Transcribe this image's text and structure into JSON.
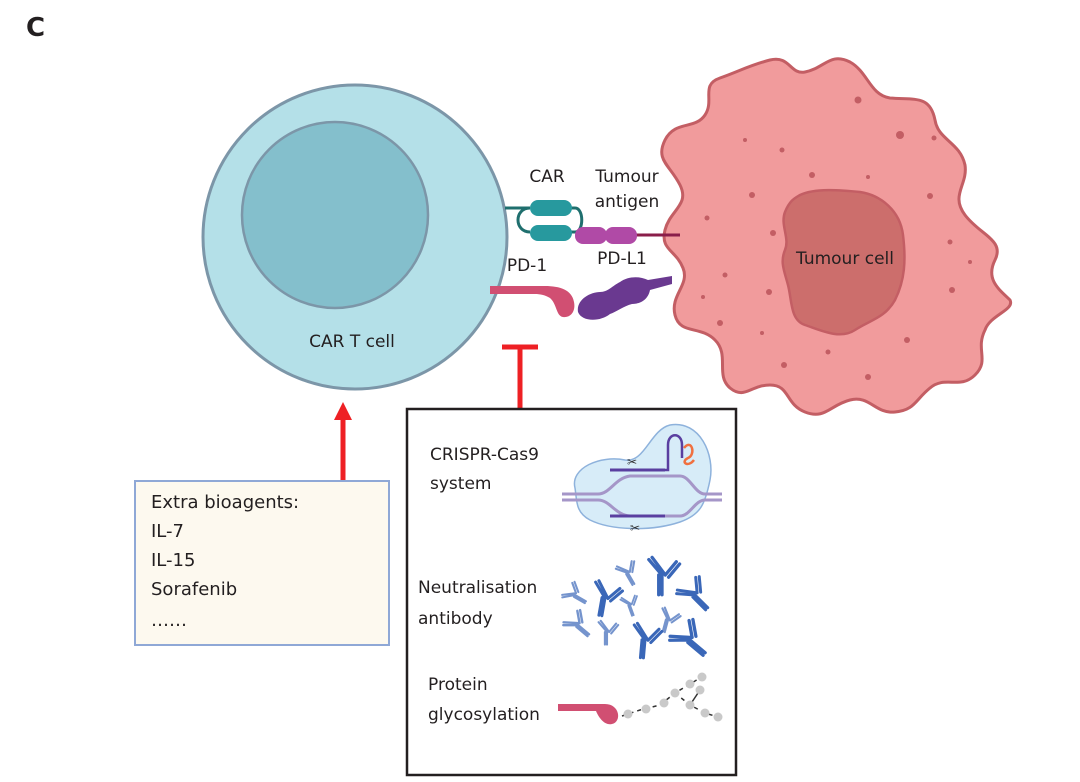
{
  "panel_label": "C",
  "cells": {
    "car_t_cell": {
      "label": "CAR T cell",
      "fill": "#b4e0e8",
      "nucleus_fill": "#84bfcc",
      "stroke": "#7c96a8"
    },
    "tumour_cell": {
      "label": "Tumour cell",
      "fill": "#f19b9c",
      "nucleus_fill": "#cc6e6c",
      "stroke": "#c35e64"
    }
  },
  "receptors": {
    "car": {
      "label": "CAR",
      "color": "#27999e"
    },
    "tumour_antigen": {
      "label_line1": "Tumour",
      "label_line2": "antigen",
      "color": "#b04aa6"
    },
    "pd1": {
      "label": "PD-1",
      "color": "#d14f72"
    },
    "pdl1": {
      "label": "PD-L1",
      "color": "#6a3990"
    }
  },
  "arrows": {
    "stimulate_color": "#ee2024",
    "inhibit_color": "#ee2024"
  },
  "bioagents_box": {
    "title": "Extra bioagents:",
    "items": [
      "IL-7",
      "IL-15",
      "Sorafenib",
      "……"
    ],
    "fill": "#fdf9ef",
    "border": "#8fa8d6"
  },
  "strategies_box": {
    "items": [
      {
        "line1": "CRISPR-Cas9",
        "line2": "system",
        "icon": "crispr-cas9-icon"
      },
      {
        "line1": "Neutralisation",
        "line2": "antibody",
        "icon": "antibody-icon"
      },
      {
        "line1": "Protein",
        "line2": "glycosylation",
        "icon": "glycosylation-icon"
      }
    ],
    "antibody_color": "#3a67b8",
    "glycan_color": "#c9c9c9"
  }
}
